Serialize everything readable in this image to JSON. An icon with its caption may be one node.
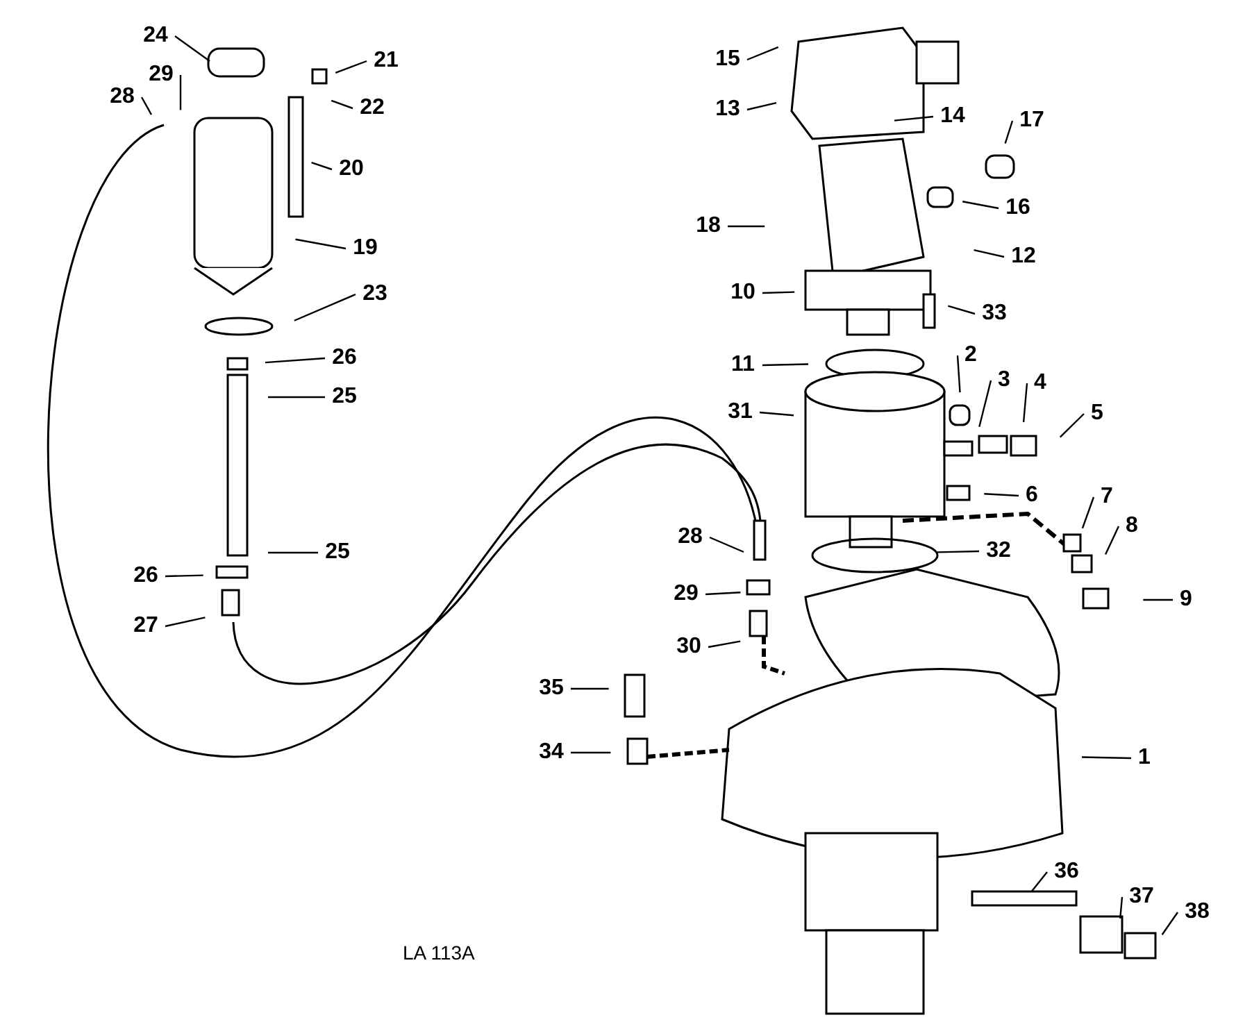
{
  "diagram": {
    "nodes": [
      {
        "text": [
          "24"
        ]
      },
      {
        "text": [
          "21"
        ]
      },
      {
        "text": [
          "29"
        ]
      },
      {
        "text": [
          "28"
        ]
      },
      {
        "text": [
          "22"
        ]
      },
      {
        "text": [
          "20"
        ]
      },
      {
        "text": [
          "19"
        ]
      },
      {
        "text": [
          "23"
        ]
      },
      {
        "text": [
          "26"
        ]
      },
      {
        "text": [
          "25"
        ]
      },
      {
        "text": [
          "25"
        ]
      },
      {
        "text": [
          "26"
        ]
      },
      {
        "text": [
          "27"
        ]
      },
      {
        "text": [
          "15"
        ]
      },
      {
        "text": [
          "13"
        ]
      },
      {
        "text": [
          "14"
        ]
      },
      {
        "text": [
          "17"
        ]
      },
      {
        "text": [
          "16"
        ]
      },
      {
        "text": [
          "18"
        ]
      },
      {
        "text": [
          "12"
        ]
      },
      {
        "text": [
          "10"
        ]
      },
      {
        "text": [
          "33"
        ]
      },
      {
        "text": [
          "2"
        ]
      },
      {
        "text": [
          "11"
        ]
      },
      {
        "text": [
          "3"
        ]
      },
      {
        "text": [
          "4"
        ]
      },
      {
        "text": [
          "5"
        ]
      },
      {
        "text": [
          "31"
        ]
      },
      {
        "text": [
          "6"
        ]
      },
      {
        "text": [
          "7"
        ]
      },
      {
        "text": [
          "8"
        ]
      },
      {
        "text": [
          "32"
        ]
      },
      {
        "text": [
          "28"
        ]
      },
      {
        "text": [
          "29"
        ]
      },
      {
        "text": [
          "9"
        ]
      },
      {
        "text": [
          "30"
        ]
      },
      {
        "text": [
          "35"
        ]
      },
      {
        "text": [
          "34"
        ]
      },
      {
        "text": [
          "1"
        ]
      },
      {
        "text": [
          "36"
        ]
      },
      {
        "text": [
          "37"
        ]
      },
      {
        "text": [
          "38"
        ]
      }
    ],
    "edges": [
      {
        "from": 0,
        "to": null,
        "arrow": "none"
      },
      {
        "from": 1,
        "to": null,
        "arrow": "none"
      },
      {
        "from": 2,
        "to": null,
        "arrow": "none"
      },
      {
        "from": 3,
        "to": null,
        "arrow": "none"
      },
      {
        "from": 4,
        "to": null,
        "arrow": "none"
      },
      {
        "from": 5,
        "to": null,
        "arrow": "none"
      },
      {
        "from": 6,
        "to": null,
        "arrow": "none"
      },
      {
        "from": 7,
        "to": null,
        "arrow": "none"
      },
      {
        "from": 8,
        "to": null,
        "arrow": "none"
      },
      {
        "from": 9,
        "to": null,
        "arrow": "none"
      },
      {
        "from": 10,
        "to": null,
        "arrow": "none"
      },
      {
        "from": 11,
        "to": null,
        "arrow": "none"
      },
      {
        "from": 12,
        "to": null,
        "arrow": "none"
      },
      {
        "from": 13,
        "to": null,
        "arrow": "none"
      },
      {
        "from": 14,
        "to": null,
        "arrow": "none"
      },
      {
        "from": 15,
        "to": null,
        "arrow": "none"
      },
      {
        "from": 16,
        "to": null,
        "arrow": "none"
      },
      {
        "from": 17,
        "to": null,
        "arrow": "none"
      },
      {
        "from": 18,
        "to": null,
        "arrow": "none"
      },
      {
        "from": 19,
        "to": null,
        "arrow": "none"
      },
      {
        "from": 20,
        "to": null,
        "arrow": "none"
      },
      {
        "from": 21,
        "to": null,
        "arrow": "none"
      },
      {
        "from": 22,
        "to": null,
        "arrow": "none"
      },
      {
        "from": 23,
        "to": null,
        "arrow": "none"
      },
      {
        "from": 24,
        "to": null,
        "arrow": "none"
      },
      {
        "from": 25,
        "to": null,
        "arrow": "none"
      },
      {
        "from": 26,
        "to": null,
        "arrow": "none"
      },
      {
        "from": 27,
        "to": null,
        "arrow": "none"
      },
      {
        "from": 28,
        "to": null,
        "arrow": "none"
      },
      {
        "from": 29,
        "to": null,
        "arrow": "none"
      },
      {
        "from": 30,
        "to": null,
        "arrow": "none"
      },
      {
        "from": 31,
        "to": null,
        "arrow": "none"
      },
      {
        "from": 32,
        "to": null,
        "arrow": "none"
      },
      {
        "from": 33,
        "to": null,
        "arrow": "none"
      },
      {
        "from": 34,
        "to": null,
        "arrow": "none"
      },
      {
        "from": 35,
        "to": null,
        "arrow": "none"
      },
      {
        "from": 36,
        "to": null,
        "arrow": "none"
      },
      {
        "from": 37,
        "to": null,
        "arrow": "none"
      },
      {
        "from": 38,
        "to": null,
        "arrow": "none"
      },
      {
        "from": 39,
        "to": null,
        "arrow": "none"
      },
      {
        "from": 40,
        "to": null,
        "arrow": "none"
      },
      {
        "from": 41,
        "to": null,
        "arrow": "none"
      }
    ],
    "labels": [
      "LA 113A"
    ]
  }
}
